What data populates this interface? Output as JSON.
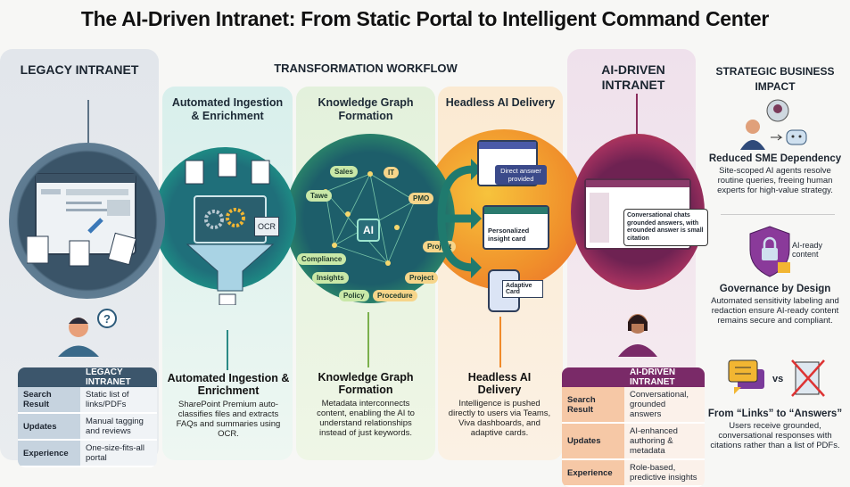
{
  "title": "The AI-Driven Intranet: From Static Portal to Intelligent Command Center",
  "legacy": {
    "header": "LEGACY INTRANET",
    "table": {
      "column": "LEGACY INTRANET",
      "rows": [
        {
          "label": "Search Result",
          "value": "Static list of links/PDFs"
        },
        {
          "label": "Updates",
          "value": "Manual tagging and reviews"
        },
        {
          "label": "Experience",
          "value": "One-size-fits-all portal"
        }
      ]
    }
  },
  "workflow": {
    "header": "TRANSFORMATION WORKFLOW",
    "steps": [
      {
        "title": "Automated Ingestion & Enrichment",
        "caption_title": "Automated Ingestion & Enrichment",
        "caption": "SharePoint Premium auto-classifies files and extracts FAQs and summaries using OCR.",
        "ocr": "OCR"
      },
      {
        "title": "Knowledge Graph Formation",
        "caption_title": "Knowledge Graph Formation",
        "caption": "Metadata interconnects content, enabling the AI to understand relationships instead of just keywords.",
        "ai": "AI",
        "tags": [
          "Sales",
          "IT",
          "Tawe",
          "PMO",
          "Compliance",
          "Project",
          "Insights",
          "Project",
          "Policy",
          "Procedure"
        ]
      },
      {
        "title": "Headless AI Delivery",
        "caption_title": "Headless AI Delivery",
        "caption": "Intelligence is pushed directly to users via Teams, Viva dashboards, and adaptive cards.",
        "cards": [
          "Direct answer provided",
          "Personalized insight card",
          "Adaptive Card"
        ]
      }
    ]
  },
  "ai_driven": {
    "header": "AI-DRIVEN INTRANET",
    "chat_bubble": "Conversational chats grounded answers, with erounded answer is small citation",
    "table": {
      "column": "AI-DRIVEN INTRANET",
      "rows": [
        {
          "label": "Search Result",
          "value": "Conversational, grounded answers"
        },
        {
          "label": "Updates",
          "value": "AI-enhanced authoring & metadata"
        },
        {
          "label": "Experience",
          "value": "Role-based, predictive insights"
        }
      ]
    }
  },
  "impact": {
    "header": "STRATEGIC BUSINESS IMPACT",
    "items": [
      {
        "title": "Reduced SME Dependency",
        "text": "Site-scoped AI agents resolve routine queries, freeing human experts for high-value strategy."
      },
      {
        "title": "Governance by Design",
        "text": "Automated sensitivity labeling and redaction ensure AI-ready content remains secure and compliant.",
        "badge": "AI-ready content"
      },
      {
        "title": "From “Links” to “Answers”",
        "text": "Users receive grounded, conversational responses with citations rather than a list of PDFs.",
        "vs": "vs"
      }
    ]
  },
  "colors": {
    "legacy": "#4d6a80",
    "ingest": "#1e8e8a",
    "graph": "#1f6e62",
    "delivery": "#f08a2a",
    "ai": "#b2315e",
    "purple": "#7a2a68"
  }
}
